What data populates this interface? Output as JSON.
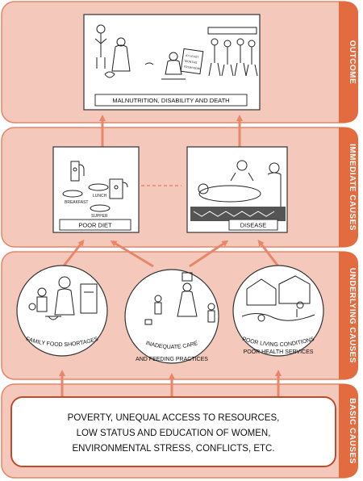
{
  "colors": {
    "panel_fill": "#f4c9bb",
    "panel_stroke": "#e88467",
    "side_bar": "#e26c3f",
    "arrow": "#e8866a",
    "box_border": "#333333",
    "basic_box_border": "#c24a2a"
  },
  "panels": {
    "outcome": "OUTCOME",
    "immediate": "IMMEDIATE CAUSES",
    "underlying": "UNDERLYING CAUSES",
    "basic": "BASIC CAUSES"
  },
  "outcome_box": {
    "label": "MALNUTRITION, DISABILITY AND DEATH",
    "sign_text": [
      "AT LEAST",
      "MONTHS",
      "FROM NOW"
    ]
  },
  "immediate": {
    "poor_diet": "POOR DIET",
    "disease": "DISEASE",
    "meal_labels": [
      "BREAKFAST",
      "LUNCH",
      "SUPPER"
    ]
  },
  "underlying": {
    "left": [
      "FAMILY FOOD SHORTAGES"
    ],
    "middle": [
      "INADEQUATE CARE",
      "AND FEEDING PRACTICES"
    ],
    "right": [
      "POOR LIVING CONDITIONS",
      "POOR HEALTH SERVICES"
    ]
  },
  "basic": {
    "lines": [
      "POVERTY, UNEQUAL ACCESS TO RESOURCES,",
      "LOW STATUS AND EDUCATION OF WOMEN,",
      "ENVIRONMENTAL STRESS, CONFLICTS, ETC."
    ]
  }
}
